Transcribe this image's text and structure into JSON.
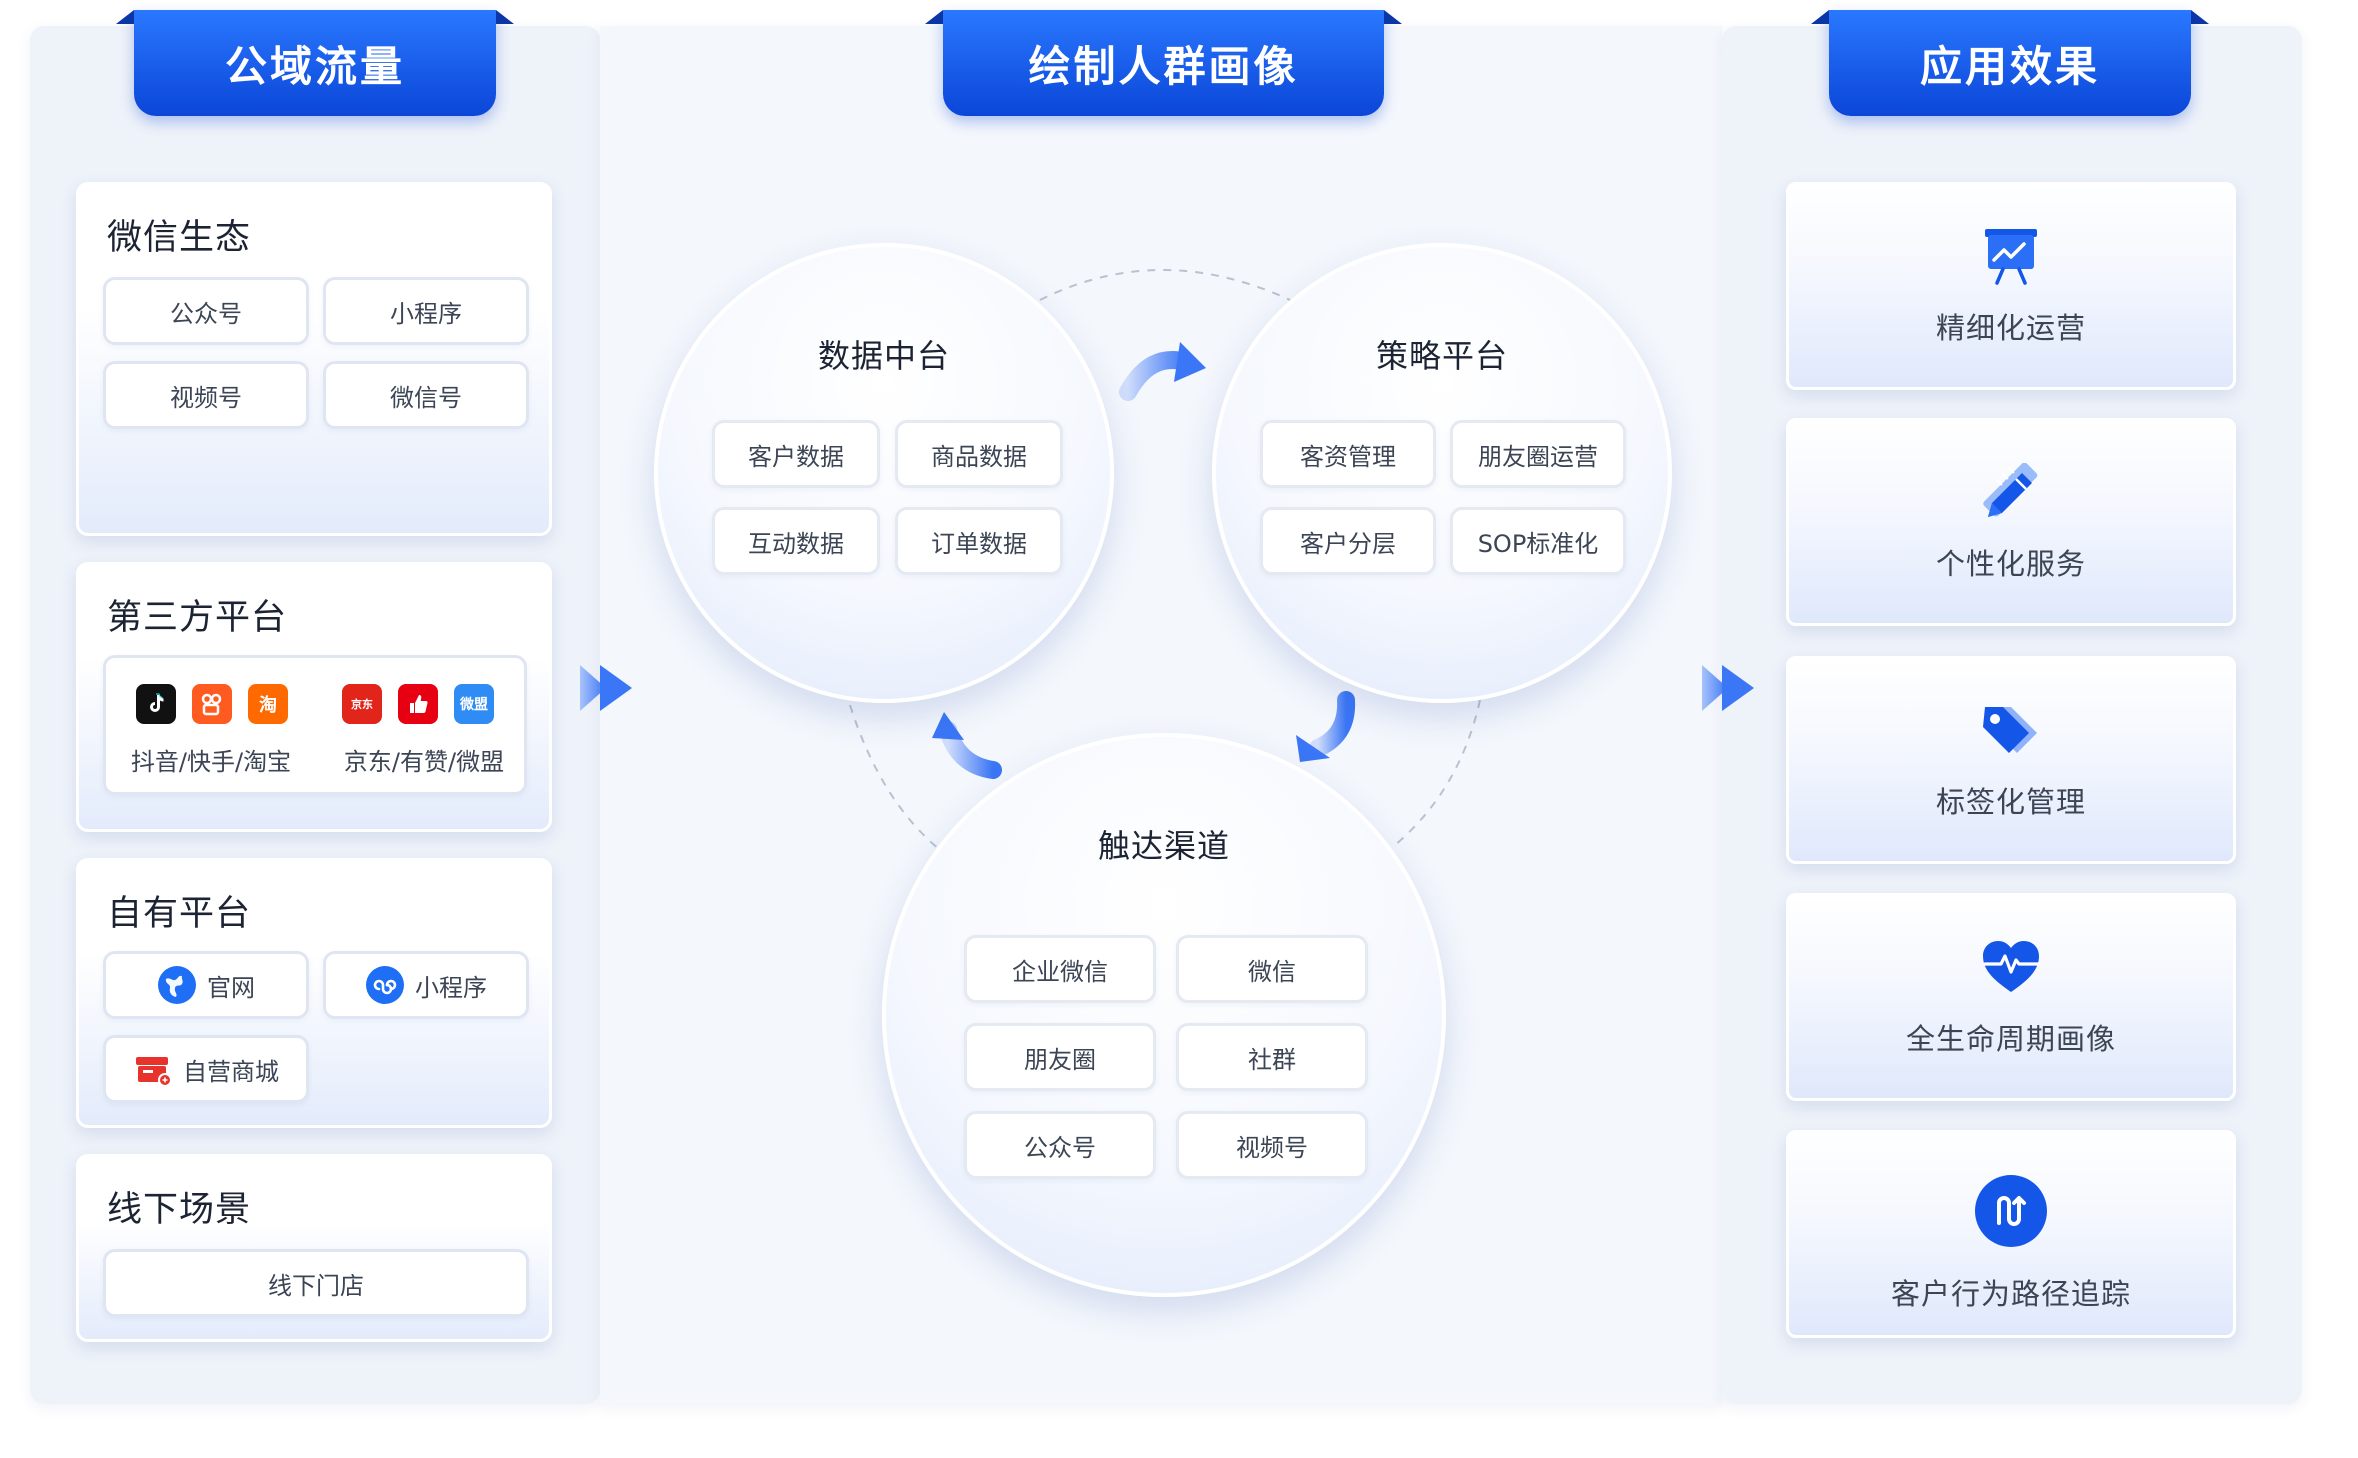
{
  "columns": {
    "left": "公域流量",
    "middle": "绘制人群画像",
    "right": "应用效果"
  },
  "wechat": {
    "title": "微信生态",
    "items": [
      "公众号",
      "小程序",
      "视频号",
      "微信号"
    ]
  },
  "third_party": {
    "title": "第三方平台",
    "group1_label": "抖音/快手/淘宝",
    "group2_label": "京东/有赞/微盟",
    "logo_taobao": "淘",
    "logo_jd": "京东",
    "logo_weimob": "微盟"
  },
  "own": {
    "title": "自有平台",
    "items": [
      "官网",
      "小程序",
      "自营商城"
    ]
  },
  "offline": {
    "title": "线下场景",
    "items": [
      "线下门店"
    ]
  },
  "data_center": {
    "title": "数据中台",
    "items": [
      "客户数据",
      "商品数据",
      "互动数据",
      "订单数据"
    ]
  },
  "strategy": {
    "title": "策略平台",
    "items": [
      "客资管理",
      "朋友圈运营",
      "客户分层",
      "SOP标准化"
    ]
  },
  "reach": {
    "title": "触达渠道",
    "items": [
      "企业微信",
      "微信",
      "朋友圈",
      "社群",
      "公众号",
      "视频号"
    ]
  },
  "effects": [
    {
      "label": "精细化运营",
      "icon": "presentation-chart-icon"
    },
    {
      "label": "个性化服务",
      "icon": "pencil-ruler-icon"
    },
    {
      "label": "标签化管理",
      "icon": "tag-icon"
    },
    {
      "label": "全生命周期画像",
      "icon": "heart-pulse-icon"
    },
    {
      "label": "客户行为路径追踪",
      "icon": "path-trace-icon"
    }
  ],
  "colors": {
    "primary": "#1456e8",
    "primary_light": "#2a78ff",
    "panel": "#eef2f9"
  }
}
